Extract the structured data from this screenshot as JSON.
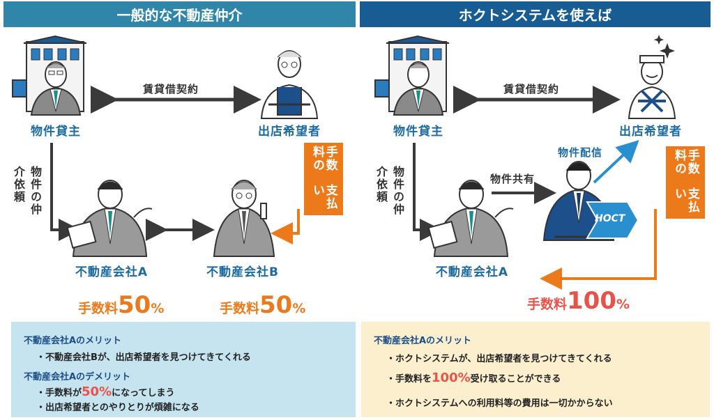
{
  "left": {
    "header": "一般的な不動産仲介",
    "contract": "賃貸借契約",
    "owner": "物件貸主",
    "tenant": "出店希望者",
    "request": "物件の仲介依頼",
    "payment_line1": "手数料の",
    "payment_line2": "支払い",
    "agent_a": "不動産会社A",
    "agent_b": "不動産会社B",
    "fee_a": {
      "label": "手数料",
      "num": "50",
      "pct": "%"
    },
    "fee_b": {
      "label": "手数料",
      "num": "50",
      "pct": "%"
    },
    "panel": {
      "merit_title": "不動産会社Aのメリット",
      "merit_1": "・不動産会社Bが、出店希望者を見つけてきてくれる",
      "demerit_title": "不動産会社Aのデメリット",
      "demerit_1_pre": "・手数料が",
      "demerit_1_hl": "50%",
      "demerit_1_post": "になってしまう",
      "demerit_2": "・出店希望者とのやりとりが煩雑になる"
    }
  },
  "right": {
    "header": "ホクトシステムを使えば",
    "contract": "賃貸借契約",
    "owner": "物件貸主",
    "tenant": "出店希望者",
    "request": "物件の仲介依頼",
    "share": "物件共有",
    "deliver": "物件配信",
    "payment_line1": "手数料の",
    "payment_line2": "支払い",
    "agent_a": "不動産会社A",
    "logo": "HOCT",
    "fee": {
      "label": "手数料",
      "num": "100",
      "pct": "%"
    },
    "panel": {
      "merit_title": "不動産会社Aのメリット",
      "merit_1": "・ホクトシステムが、出店希望者を見つけてきてくれる",
      "merit_2_pre": "・手数料を",
      "merit_2_hl": "100%",
      "merit_2_post": "受け取ることができる",
      "merit_3": "・ホクトシステムへの利用料等の費用は一切かからない"
    }
  },
  "colors": {
    "left_header": "#2f86a8",
    "right_header": "#175c92",
    "left_panel": "#c6e4f0",
    "right_panel": "#fbefce",
    "orange": "#ec7a1a",
    "red": "#e85349",
    "arrow": "#3a3a3a"
  }
}
